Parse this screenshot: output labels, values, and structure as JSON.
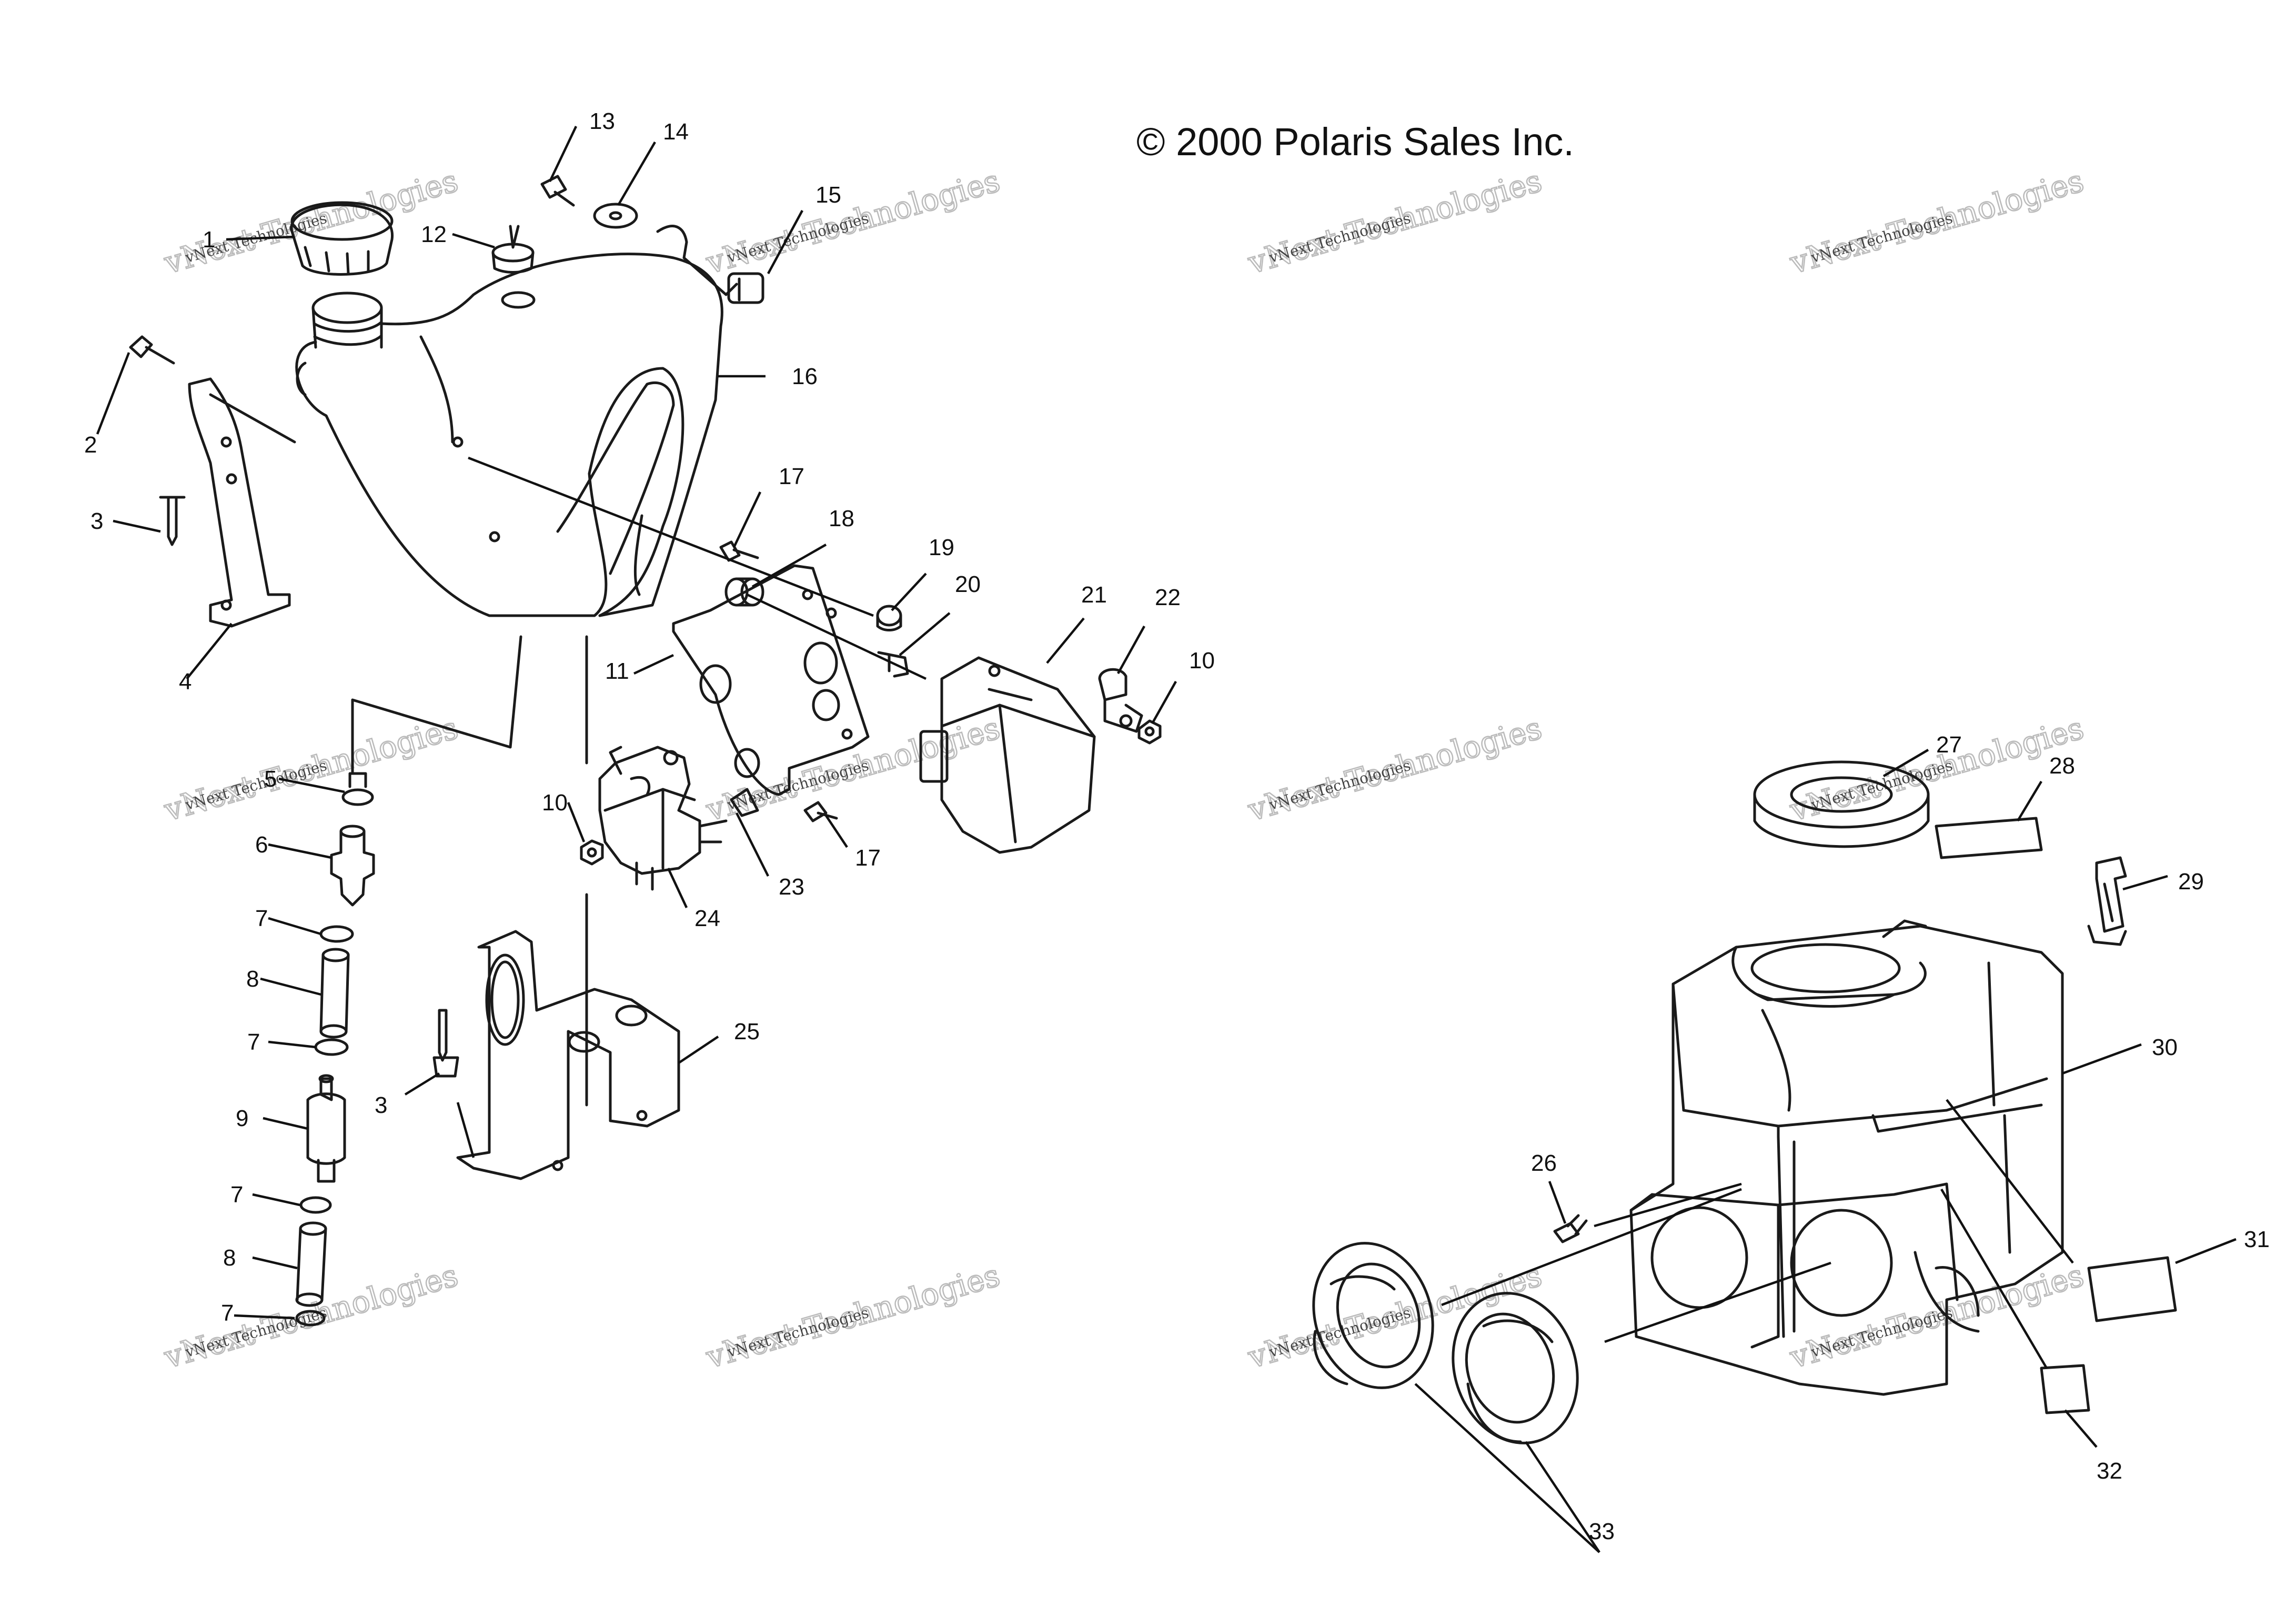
{
  "copyright": "© 2000 Polaris Sales Inc.",
  "watermark": {
    "big": "vNext Technologies",
    "small": "vNext Technologies"
  },
  "callouts": [
    "1",
    "2",
    "3",
    "4",
    "5",
    "6",
    "7",
    "8",
    "7",
    "9",
    "7",
    "8",
    "7",
    "10",
    "11",
    "12",
    "13",
    "14",
    "15",
    "16",
    "17",
    "18",
    "19",
    "20",
    "21",
    "22",
    "10",
    "17",
    "23",
    "24",
    "25",
    "3",
    "26",
    "27",
    "28",
    "29",
    "30",
    "31",
    "32",
    "33"
  ]
}
